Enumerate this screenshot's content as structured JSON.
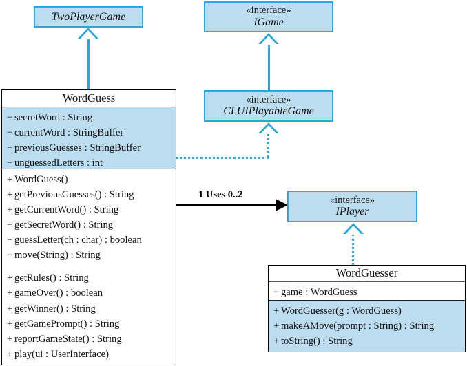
{
  "diagram": {
    "title": "WordGuess UML class diagram",
    "colors": {
      "interface_fill": "#bcdcef",
      "interface_border": "#29a8dd",
      "class_border": "#000000",
      "class_fill": "#ffffff",
      "association_color": "#000000"
    },
    "boxes": {
      "two_player_game": {
        "name": "TwoPlayerGame",
        "kind": "abstract-class"
      },
      "igame": {
        "stereotype": "«interface»",
        "name": "IGame",
        "kind": "interface"
      },
      "cluiplayablegame": {
        "stereotype": "«interface»",
        "name": "CLUIPlayableGame",
        "kind": "interface"
      },
      "iplayer": {
        "stereotype": "«interface»",
        "name": "IPlayer",
        "kind": "interface"
      },
      "wordguess": {
        "name": "WordGuess",
        "kind": "class",
        "attributes": [
          {
            "visibility": "−",
            "text": "secretWord : String"
          },
          {
            "visibility": "−",
            "text": "currentWord : StringBuffer"
          },
          {
            "visibility": "−",
            "text": "previousGuesses : StringBuffer"
          },
          {
            "visibility": "−",
            "text": "unguessedLetters : int"
          }
        ],
        "methods_group_1": [
          {
            "visibility": "+",
            "text": "WordGuess()"
          },
          {
            "visibility": "+",
            "text": "getPreviousGuesses() : String"
          },
          {
            "visibility": "+",
            "text": "getCurrentWord() : String"
          },
          {
            "visibility": "−",
            "text": "getSecretWord() : String"
          },
          {
            "visibility": "−",
            "text": "guessLetter(ch : char) : boolean"
          },
          {
            "visibility": "−",
            "text": "move(String) : String"
          }
        ],
        "methods_group_2": [
          {
            "visibility": "+",
            "text": "getRules() : String"
          },
          {
            "visibility": "+",
            "text": "gameOver() : boolean"
          },
          {
            "visibility": "+",
            "text": "getWinner() : String"
          },
          {
            "visibility": "+",
            "text": "getGamePrompt() : String"
          },
          {
            "visibility": "+",
            "text": "reportGameState() : String"
          },
          {
            "visibility": "+",
            "text": "play(ui : UserInterface)"
          }
        ]
      },
      "wordguesser": {
        "name": "WordGuesser",
        "kind": "class",
        "attributes": [
          {
            "visibility": "−",
            "text": "game : WordGuess"
          }
        ],
        "methods": [
          {
            "visibility": "+",
            "text": "WordGuesser(g : WordGuess)"
          },
          {
            "visibility": "+",
            "text": "makeAMove(prompt : String) : String"
          },
          {
            "visibility": "+",
            "text": "toString() : String"
          }
        ]
      }
    },
    "relations": {
      "uses_label": "1 Uses 0..2",
      "wordguess_extends_twoplayergame": "generalization",
      "cluiplayablegame_extends_igame": "generalization",
      "wordguess_realizes_cluiplayablegame": "realization",
      "wordguesser_realizes_iplayer": "realization"
    }
  }
}
